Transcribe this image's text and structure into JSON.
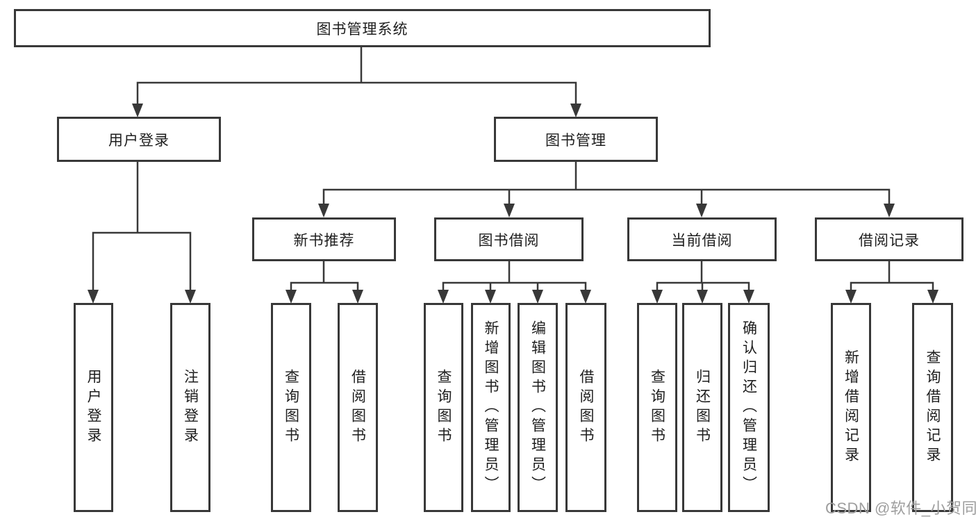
{
  "nodes": {
    "root": "图书管理系统",
    "user_login": "用户登录",
    "book_mgmt": "图书管理",
    "new_book": "新书推荐",
    "book_borrow": "图书借阅",
    "current_borrow": "当前借阅",
    "borrow_record": "借阅记录"
  },
  "leaves": {
    "user_login": [
      "用户登录",
      "注销登录"
    ],
    "new_book": [
      "查询图书",
      "借阅图书"
    ],
    "book_borrow": [
      "查询图书",
      "新增图书（管理员）",
      "编辑图书（管理员）",
      "借阅图书"
    ],
    "current_borrow": [
      "查询图书",
      "归还图书",
      "确认归还（管理员）"
    ],
    "borrow_record": [
      "新增借阅记录",
      "查询借阅记录"
    ]
  },
  "watermark": "CSDN @软件_小贺同学",
  "colors": {
    "line": "#383838",
    "box_border": "#383838",
    "text": "#1e1e1e",
    "watermark": "#9e9e9e",
    "background": "#ffffff"
  }
}
